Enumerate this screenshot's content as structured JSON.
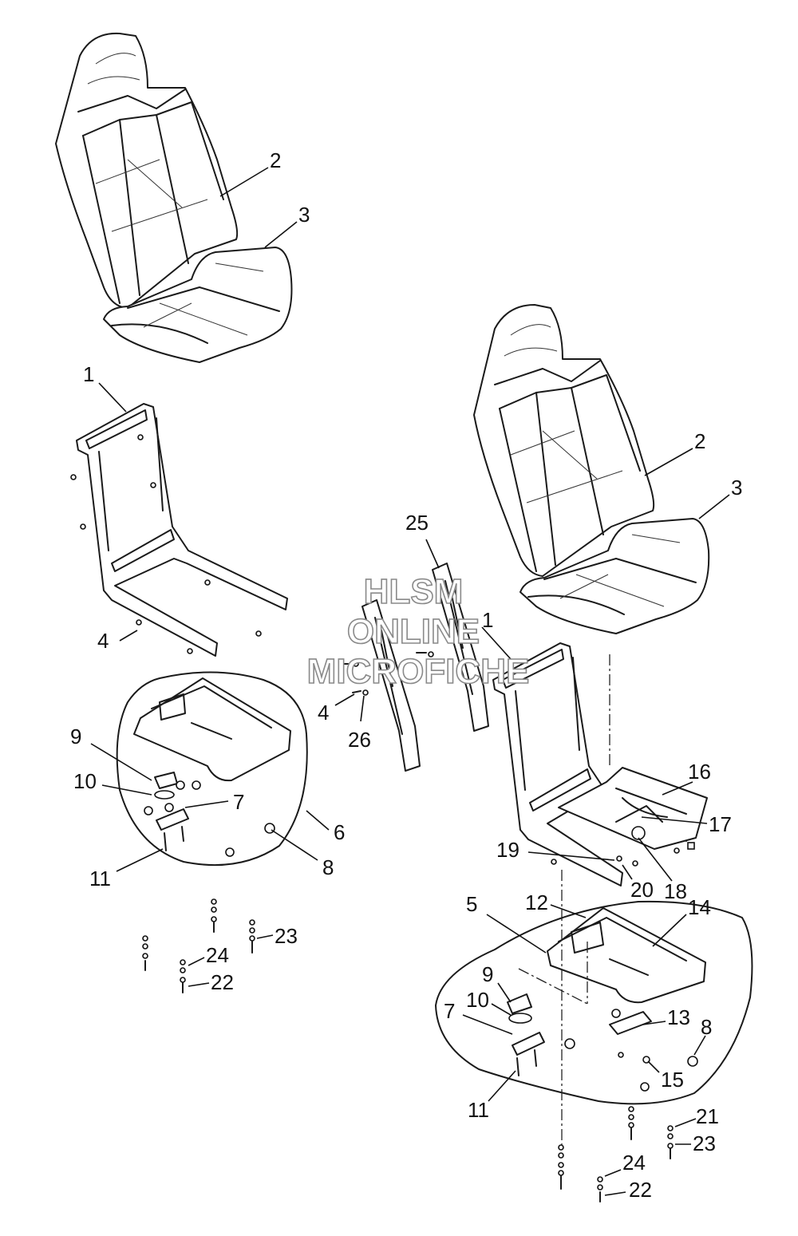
{
  "watermark": {
    "line1": "HLSM",
    "line2": "ONLINE",
    "line3": "MICROFICHE"
  },
  "callouts": {
    "left_seat_back": "2",
    "left_seat_cushion": "3",
    "left_frame": "1",
    "left_bolt": "4",
    "left_latch": "9",
    "left_spring": "10",
    "left_bracket": "7",
    "left_slide_assembly": "6",
    "left_nut": "8",
    "left_screw": "11",
    "left_nut_stack": "23",
    "left_washer": "24",
    "left_bolt_lower": "22",
    "right_seat_back": "2",
    "right_seat_cushion": "3",
    "center_rail": "25",
    "right_frame": "1",
    "center_bolt": "4",
    "center_clip": "26",
    "right_mount_plate": "16",
    "right_cable": "17",
    "right_screw_19": "19",
    "right_bolt_20": "20",
    "right_cable_clip": "18",
    "right_slide_assembly": "5",
    "right_bolt_12": "12",
    "right_nut_14": "14",
    "right_latch": "9",
    "right_spring": "10",
    "right_bracket": "7",
    "right_adjuster_strip": "13",
    "right_nut_8": "8",
    "right_nut_15": "15",
    "right_screw_11": "11",
    "right_washer_21": "21",
    "right_nut_23": "23",
    "right_washer_24": "24",
    "right_bolt_22": "22"
  }
}
